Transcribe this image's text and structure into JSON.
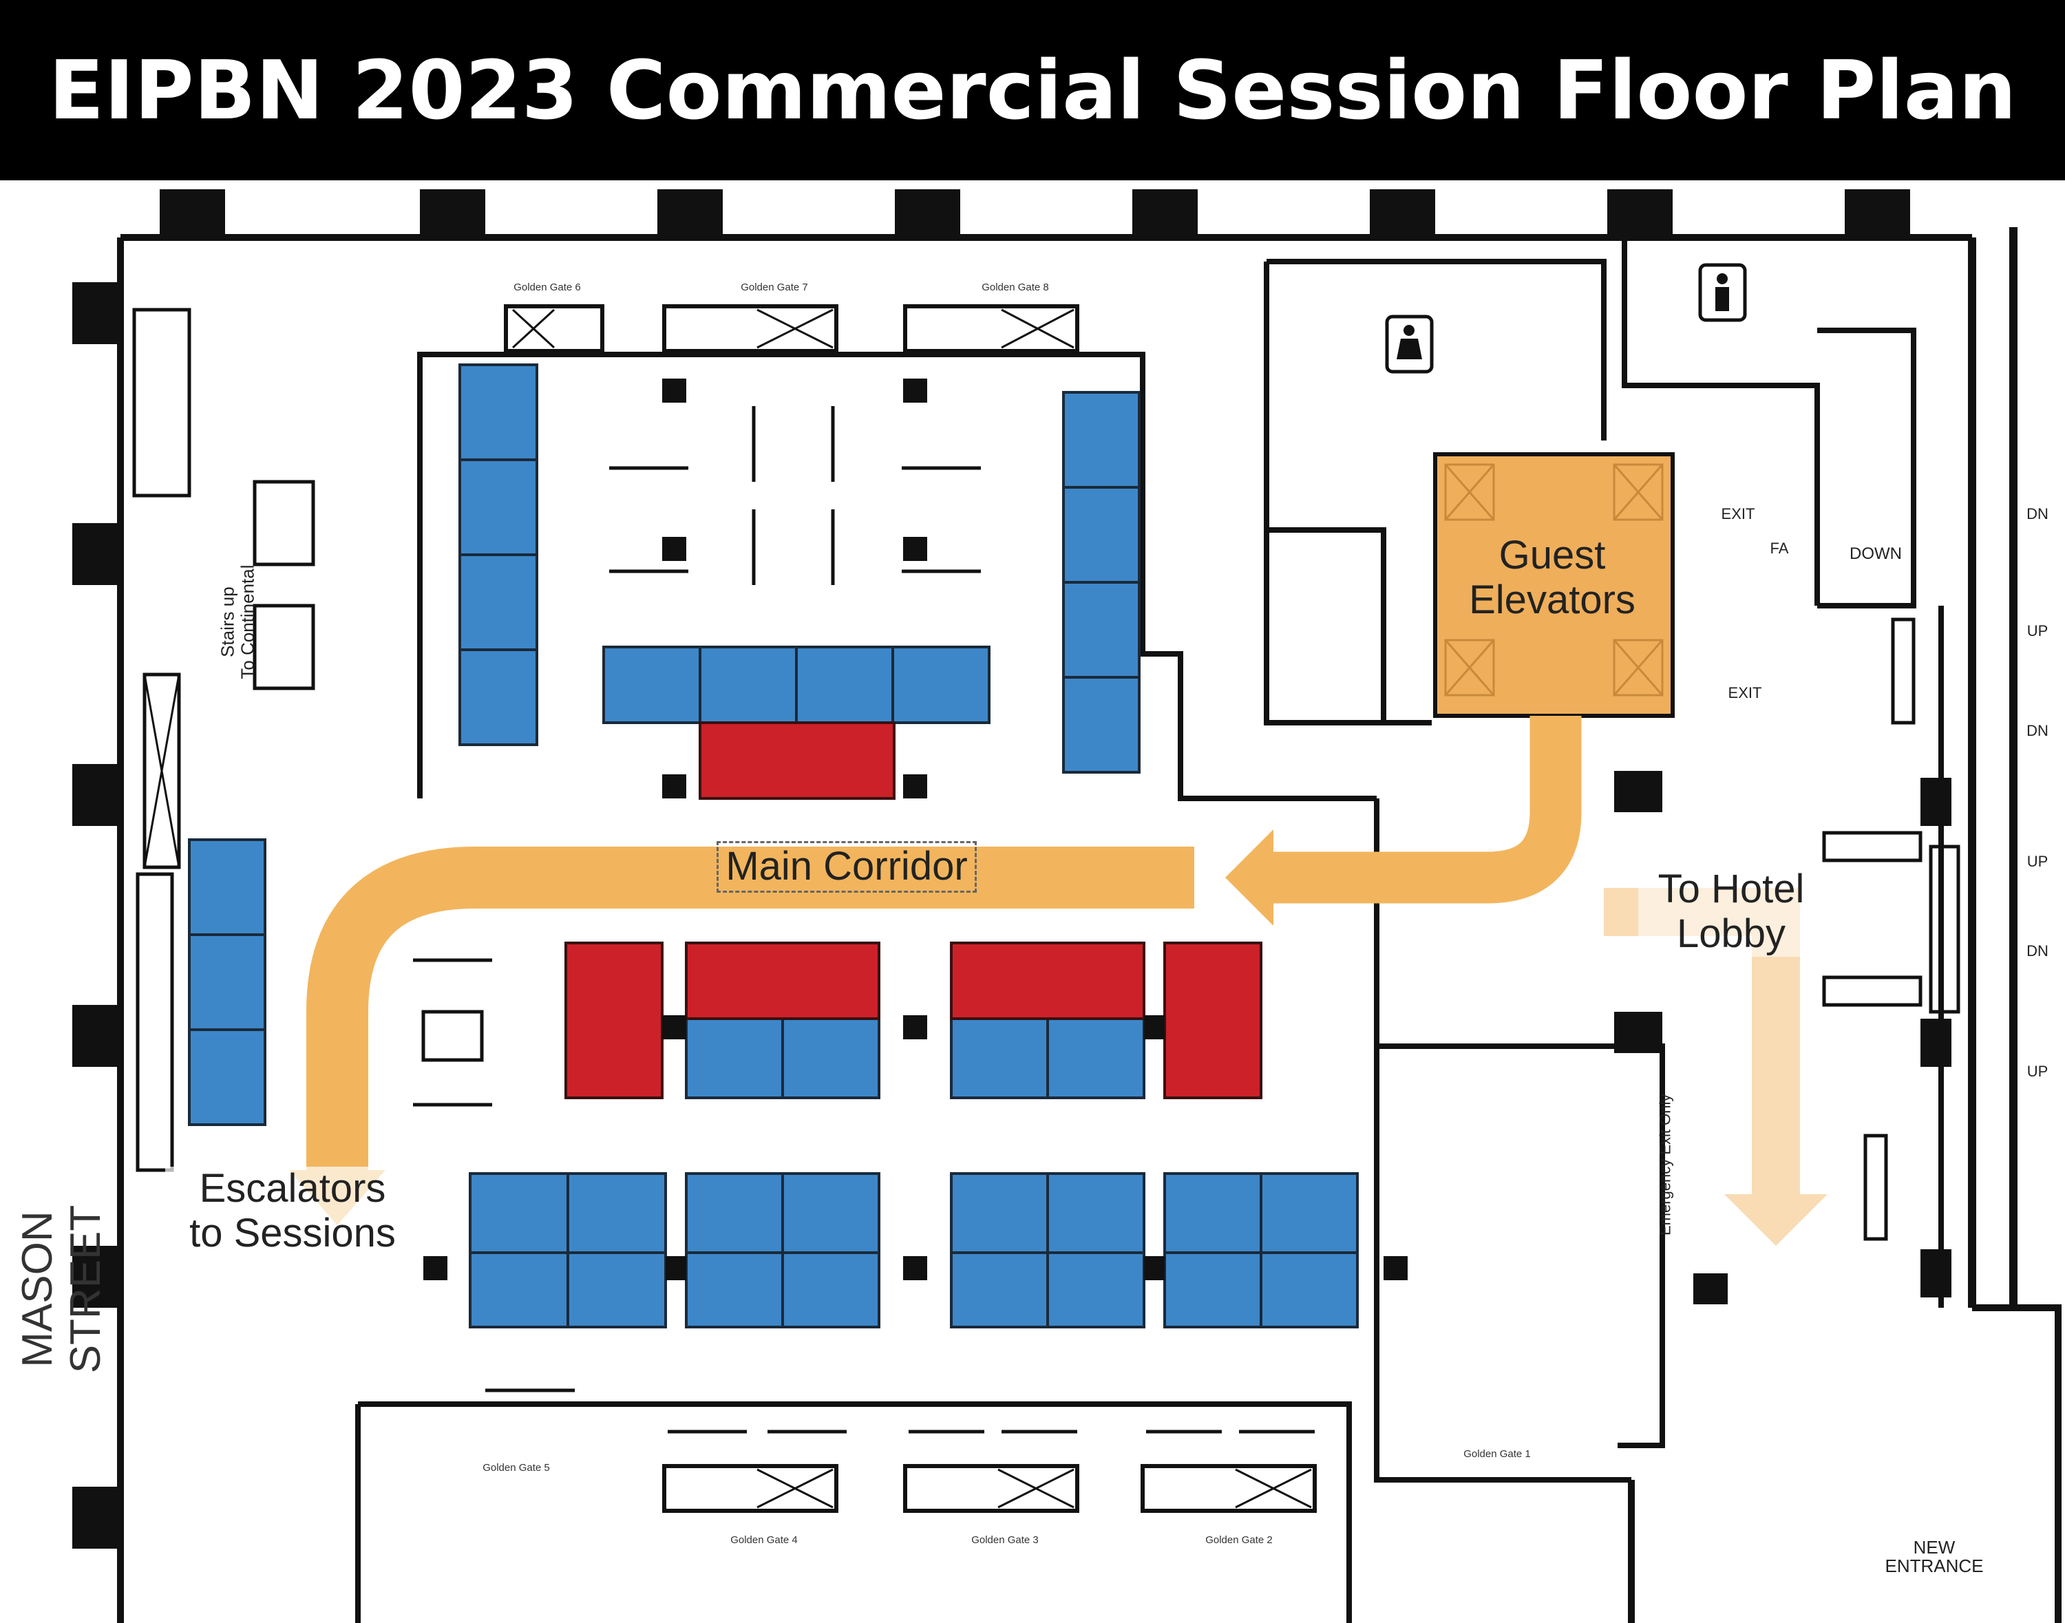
{
  "title": "EIPBN 2023 Commercial Session Floor Plan",
  "colors": {
    "header_bg": "#000000",
    "header_text": "#ffffff",
    "booth_blue": "#3d87c9",
    "booth_red": "#cc2129",
    "elevator_fill": "#efae5a",
    "corridor_arrow": "#f2b55d",
    "lobby_arrow": "#f9dcb4",
    "wall": "#111111"
  },
  "labels": {
    "main_corridor": "Main Corridor",
    "guest_elevators": [
      "Guest",
      "Elevators"
    ],
    "to_hotel_lobby": [
      "To Hotel",
      "Lobby"
    ],
    "escalators": [
      "Escalators",
      "to Sessions"
    ],
    "mason_street": "MASON STREET",
    "stairs": [
      "Stairs up",
      "To Continental"
    ],
    "emergency_exit": "Emergency Exit Only",
    "new_entrance": [
      "NEW",
      "ENTRANCE"
    ],
    "exit": "EXIT",
    "down": "DOWN",
    "fa": "FA",
    "dn": "DN",
    "up": "UP",
    "golden_gate": [
      "Golden Gate 6",
      "Golden Gate 7",
      "Golden Gate 8",
      "Golden Gate 5",
      "Golden Gate 4",
      "Golden Gate 3",
      "Golden Gate 2",
      "Golden Gate 1"
    ]
  },
  "icons": [
    "restroom-women-icon",
    "restroom-men-icon"
  ]
}
